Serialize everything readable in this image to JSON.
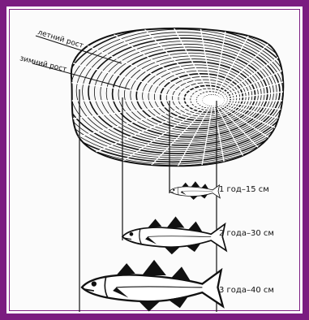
{
  "labels": {
    "summer_growth": "летний рост",
    "winter_growth": "зимний рост"
  },
  "ages": [
    {
      "label": "1 год–15 см"
    },
    {
      "label": "2 года–30 см"
    },
    {
      "label": "3 года–40 см"
    }
  ],
  "colors": {
    "frame": "#7b1c80",
    "ink": "#111111"
  }
}
